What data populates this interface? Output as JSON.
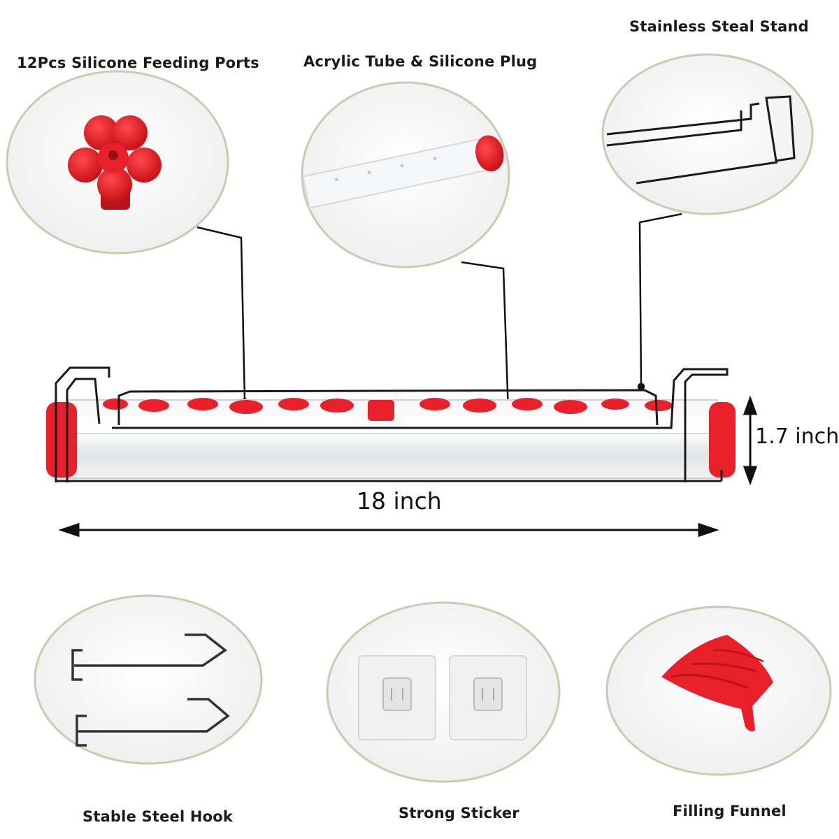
{
  "labels": {
    "ports": "12Pcs Silicone Feeding Ports",
    "tube": "Acrylic Tube & Silicone Plug",
    "stand": "Stainless Steal Stand",
    "hook": "Stable Steel Hook",
    "sticker": "Strong Sticker",
    "funnel": "Filling Funnel"
  },
  "dimensions": {
    "length": "18 inch",
    "height": "1.7 inch"
  },
  "feeding_port_count": 12,
  "colors": {
    "accent_red": "#e8202a",
    "circle_border": "#c8ccb0",
    "frame_black": "#1a1a1a",
    "tube_clear": "#eef0f2"
  }
}
